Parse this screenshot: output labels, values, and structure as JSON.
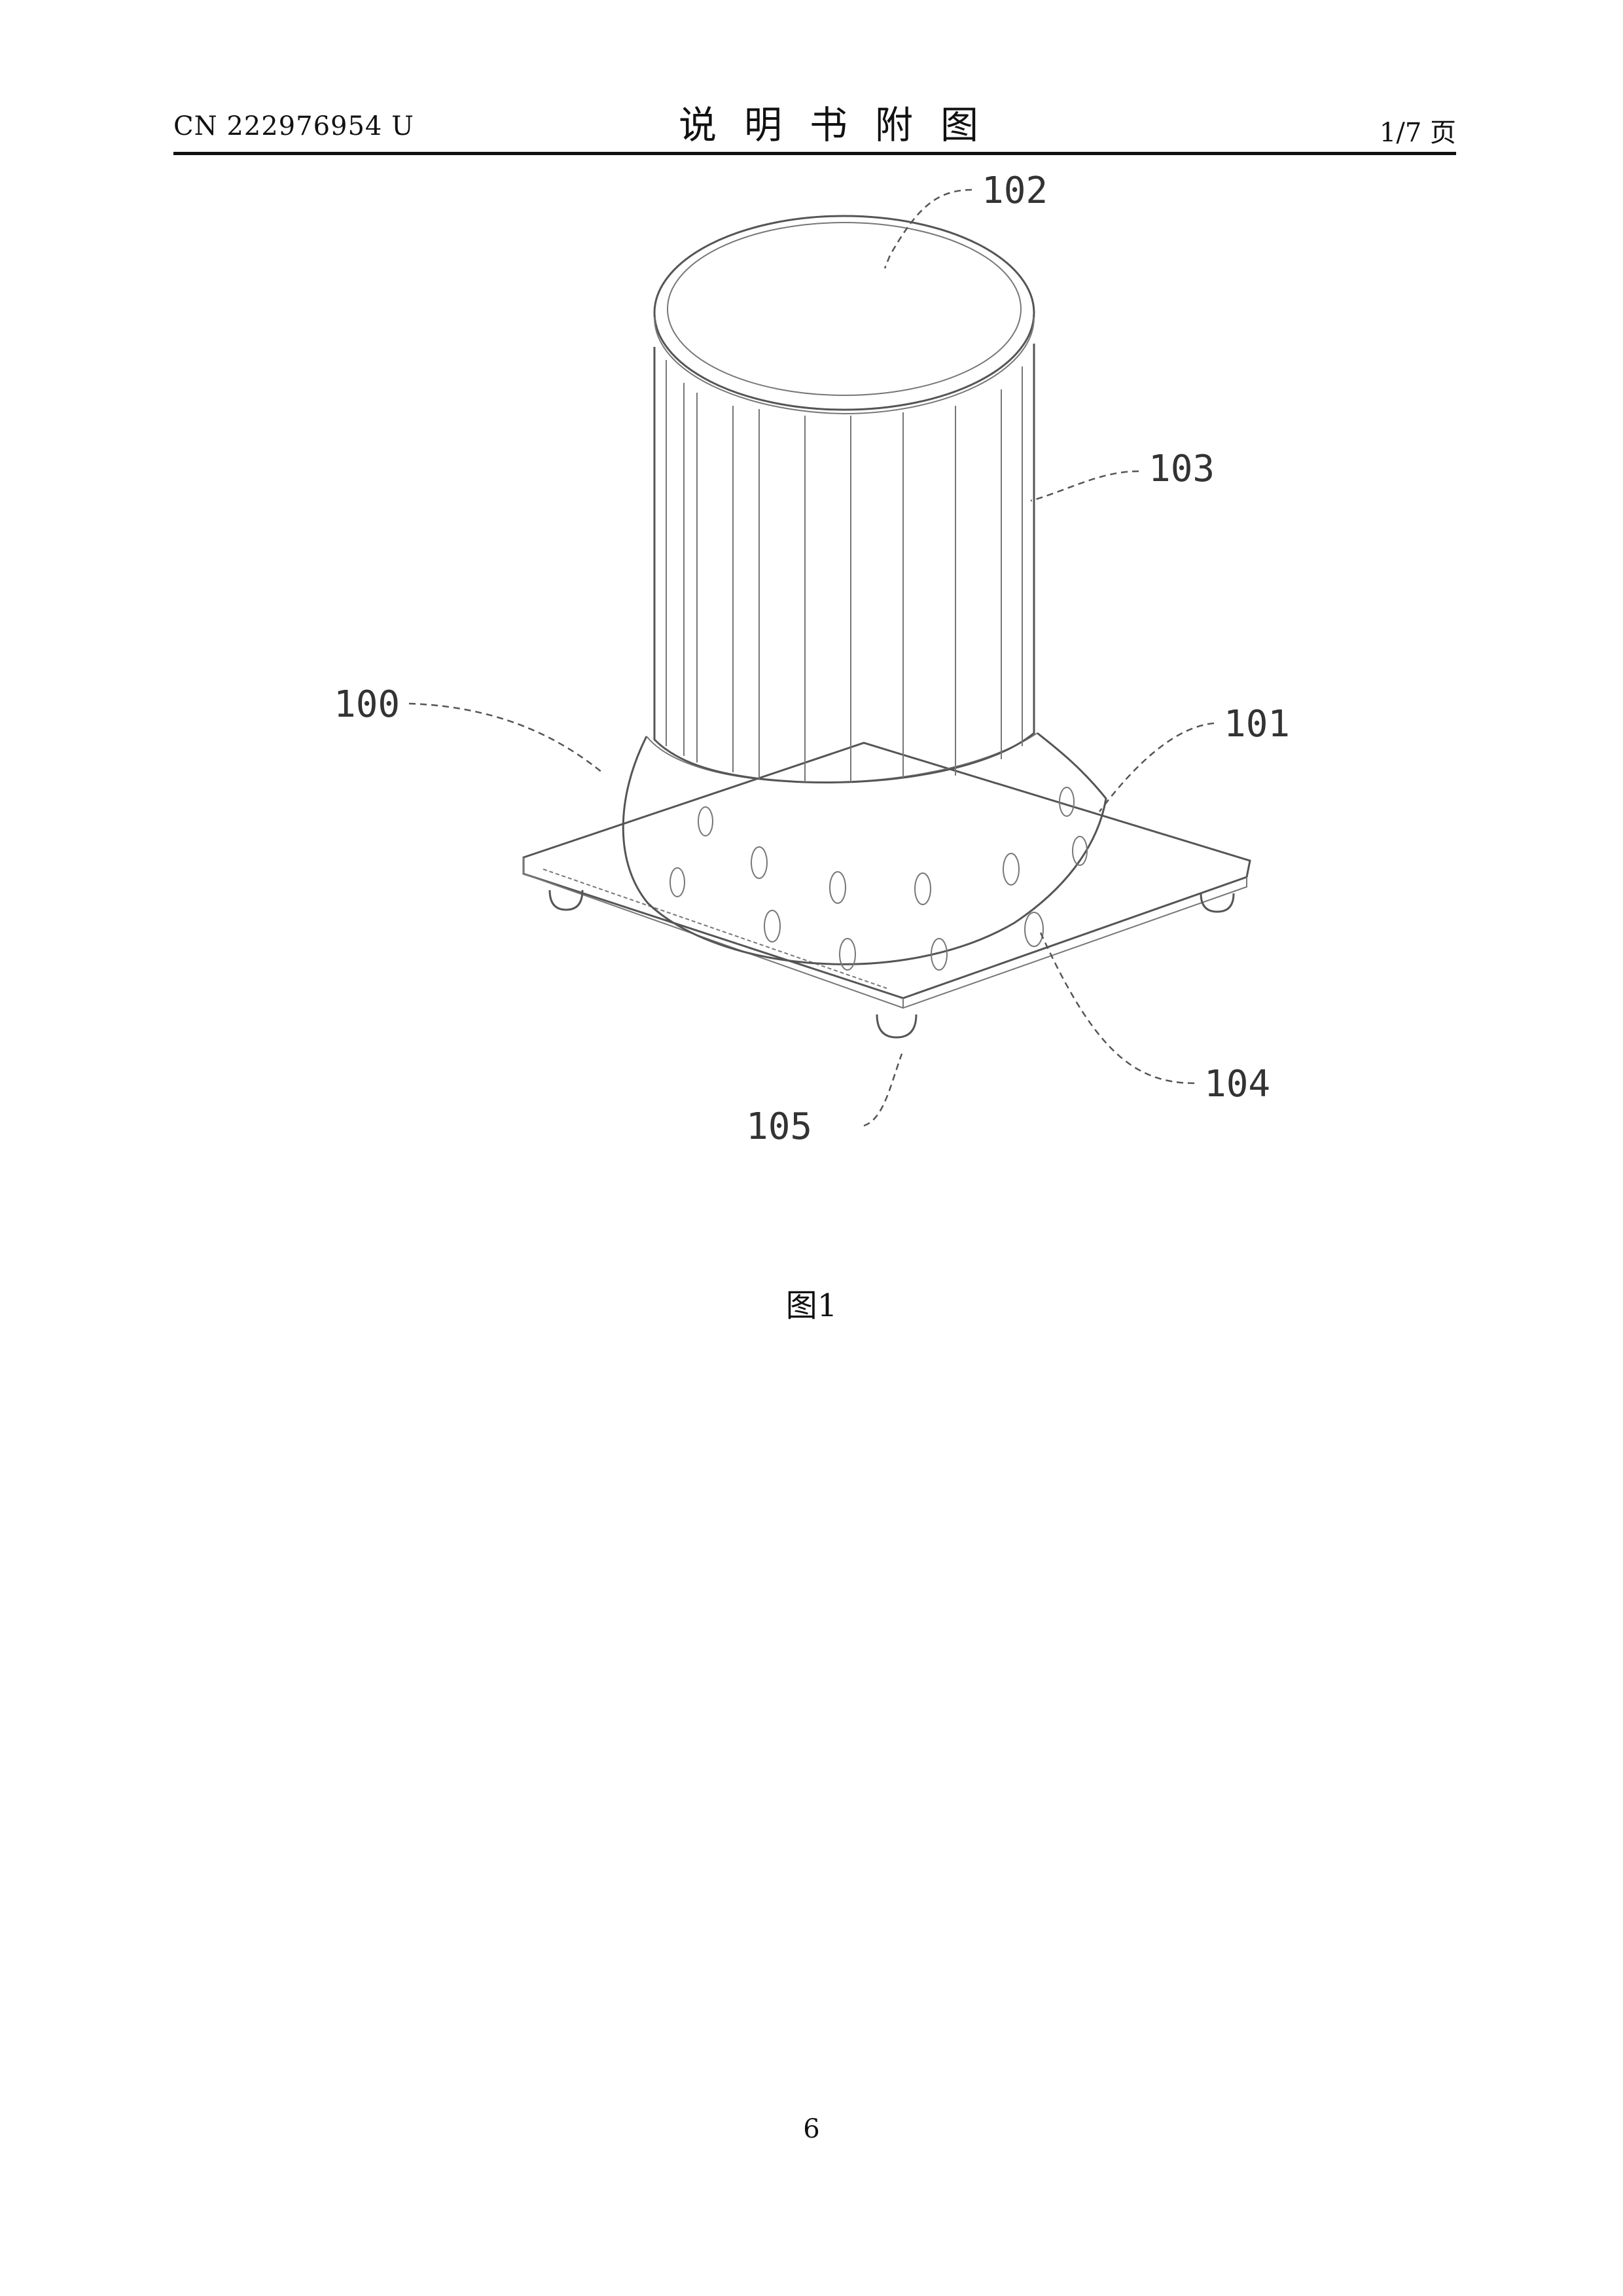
{
  "header": {
    "publication_number": "CN 222976954 U",
    "title": "说明书附图",
    "page_count": "1/7 页"
  },
  "figure": {
    "caption": "图1",
    "reference_labels": {
      "cap": "102",
      "column": "103",
      "body": "100",
      "dome": "101",
      "hole": "104",
      "foot": "105"
    }
  },
  "footer": {
    "page_number": "6"
  }
}
